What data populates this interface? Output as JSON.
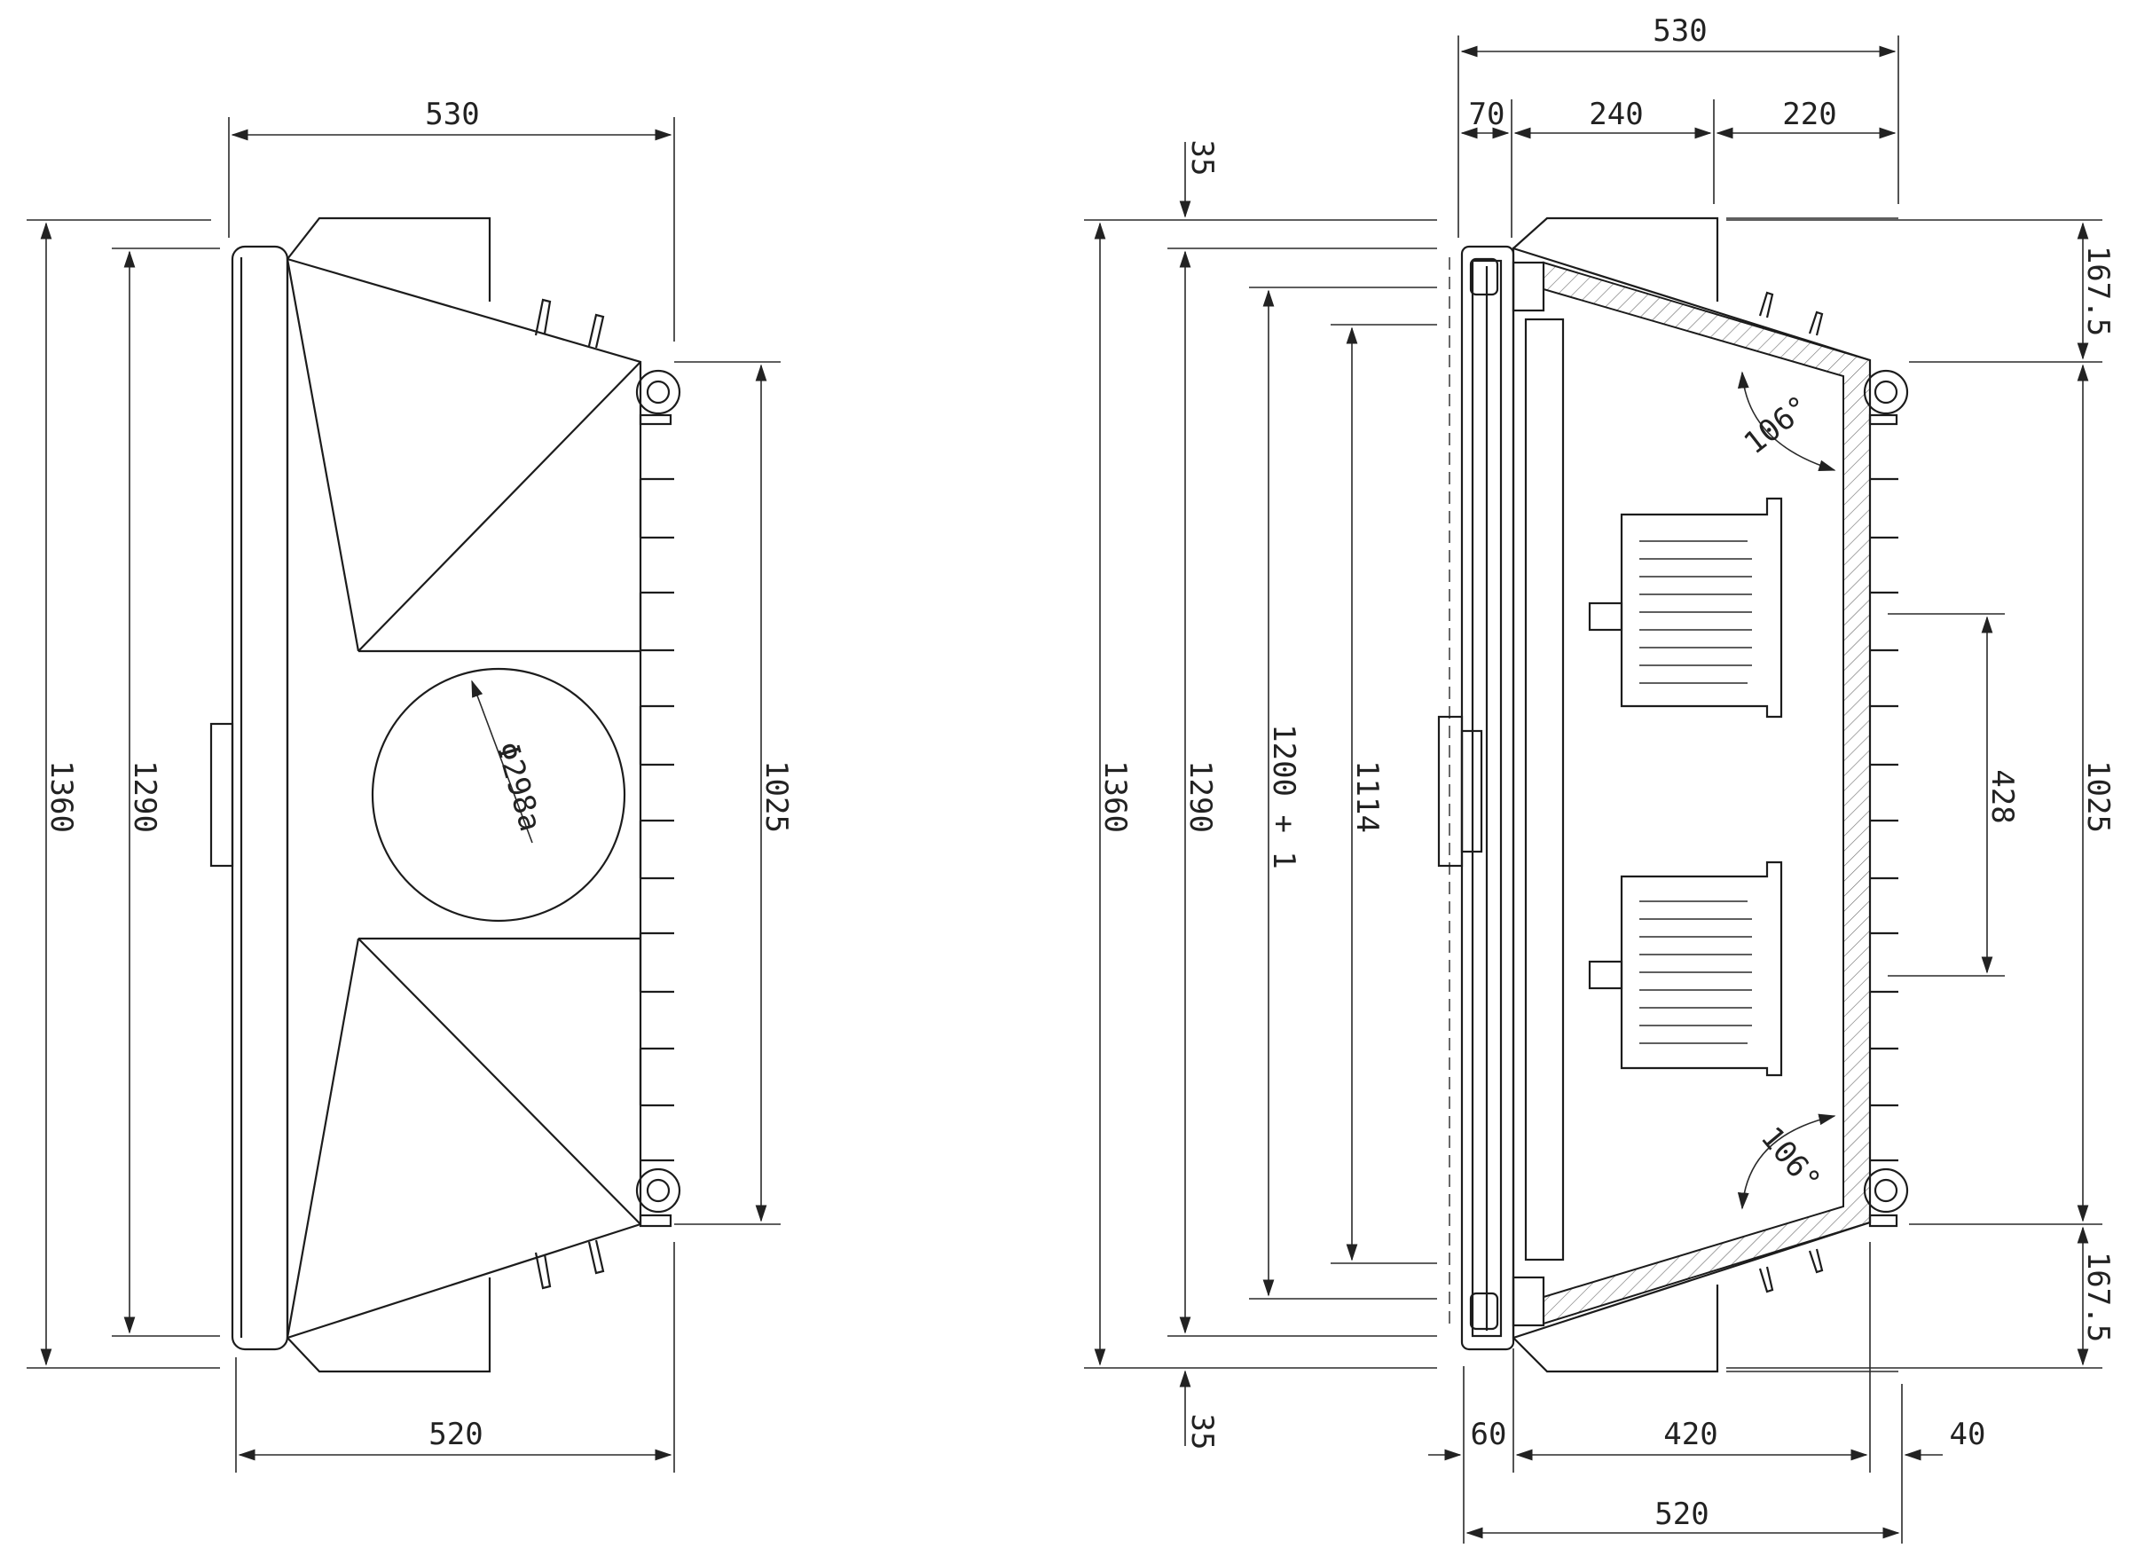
{
  "left_view": {
    "dim_top": "530",
    "dim_bottom": "520",
    "dim_overall_height": "1360",
    "dim_frame_height": "1290",
    "dim_mount_spacing": "1025",
    "dim_opening": "Φ298a"
  },
  "right_view": {
    "dim_top": "530",
    "dim_top_a": "70",
    "dim_top_b": "240",
    "dim_top_c": "220",
    "dim_offset_top": "35",
    "dim_offset_bottom": "35",
    "dim_overall_height": "1360",
    "dim_frame_height": "1290",
    "dim_door_opening": "1200 + 1",
    "dim_inner_height": "1114",
    "dim_rail_spacing": "428",
    "dim_mount_spacing": "1025",
    "dim_upper_margin": "167.5",
    "dim_lower_margin": "167.5",
    "angle_top": "106°",
    "angle_bottom": "106°",
    "dim_bottom_a": "60",
    "dim_bottom_b": "420",
    "dim_bottom_c": "40",
    "dim_bottom": "520"
  }
}
